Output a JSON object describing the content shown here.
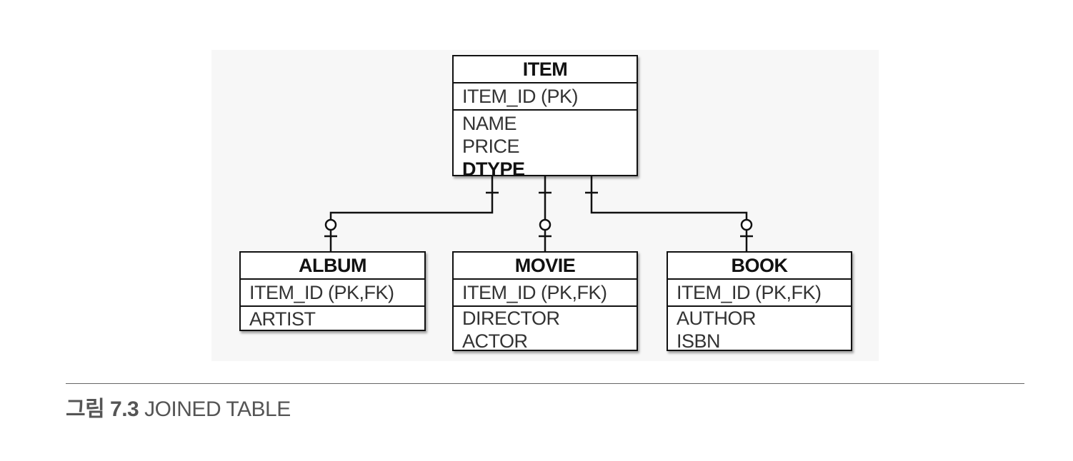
{
  "diagram": {
    "entities": [
      {
        "id": "item",
        "name": "ITEM",
        "pk": "ITEM_ID (PK)",
        "attributes": [
          {
            "text": "NAME",
            "bold": false
          },
          {
            "text": "PRICE",
            "bold": false
          },
          {
            "text": "DTYPE",
            "bold": true
          }
        ]
      },
      {
        "id": "album",
        "name": "ALBUM",
        "pk": "ITEM_ID (PK,FK)",
        "attributes": [
          {
            "text": "ARTIST",
            "bold": false
          }
        ]
      },
      {
        "id": "movie",
        "name": "MOVIE",
        "pk": "ITEM_ID (PK,FK)",
        "attributes": [
          {
            "text": "DIRECTOR",
            "bold": false
          },
          {
            "text": "ACTOR",
            "bold": false
          }
        ]
      },
      {
        "id": "book",
        "name": "BOOK",
        "pk": "ITEM_ID (PK,FK)",
        "attributes": [
          {
            "text": "AUTHOR",
            "bold": false
          },
          {
            "text": "ISBN",
            "bold": false
          }
        ]
      }
    ],
    "relationships": [
      {
        "from": "ITEM",
        "to": "ALBUM",
        "from_cardinality": "exactly-one",
        "to_cardinality": "zero-or-one"
      },
      {
        "from": "ITEM",
        "to": "MOVIE",
        "from_cardinality": "exactly-one",
        "to_cardinality": "zero-or-one"
      },
      {
        "from": "ITEM",
        "to": "BOOK",
        "from_cardinality": "exactly-one",
        "to_cardinality": "zero-or-one"
      }
    ]
  },
  "caption": {
    "label": "그림 7.3",
    "text": "JOINED TABLE"
  }
}
